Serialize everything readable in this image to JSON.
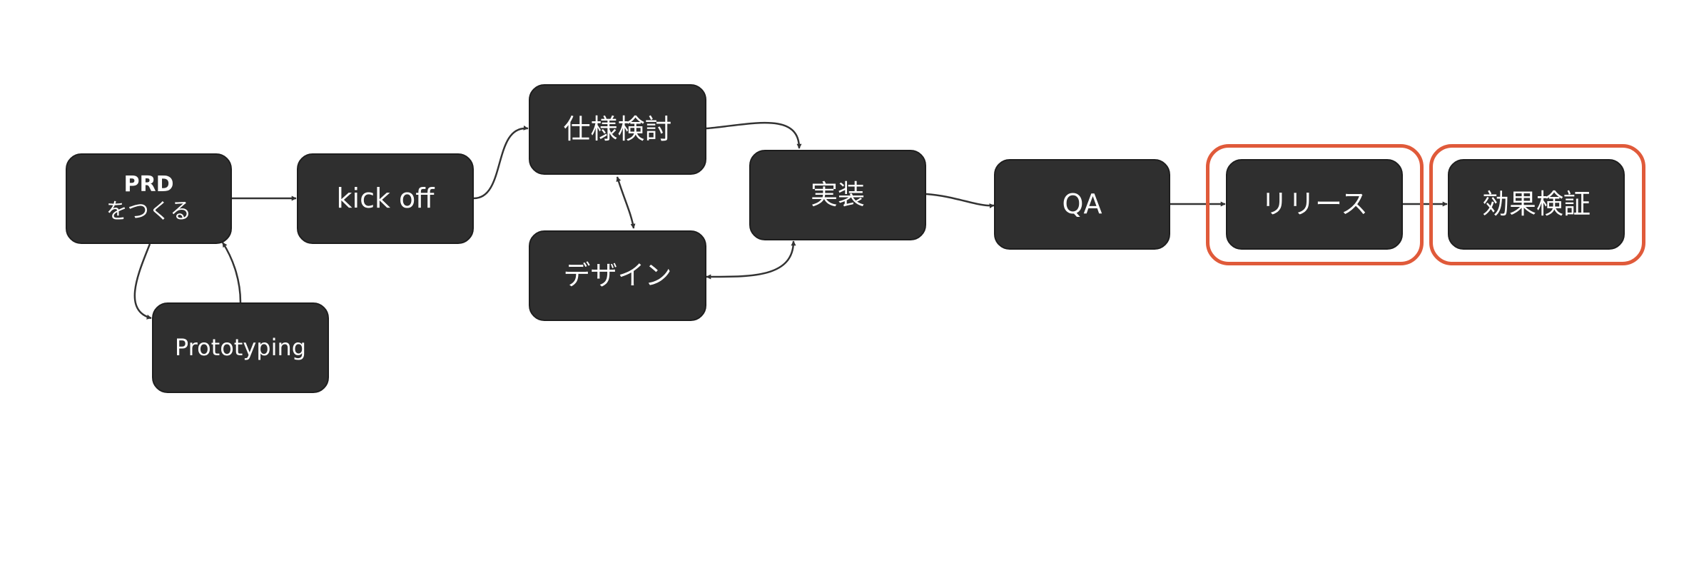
{
  "nodes": {
    "prd": {
      "title": "PRD",
      "subtitle": "をつくる"
    },
    "prototyping": {
      "label": "Prototyping"
    },
    "kickoff": {
      "label": "kick off"
    },
    "spec": {
      "label": "仕様検討"
    },
    "design": {
      "label": "デザイン"
    },
    "implementation": {
      "label": "実装"
    },
    "qa": {
      "label": "QA"
    },
    "release": {
      "label": "リリース"
    },
    "effect": {
      "label": "効果検証"
    }
  },
  "colors": {
    "node_fill": "#2f2f2f",
    "node_text": "#ffffff",
    "edge": "#333333",
    "highlight": "#e05a3a",
    "background": "#ffffff"
  }
}
